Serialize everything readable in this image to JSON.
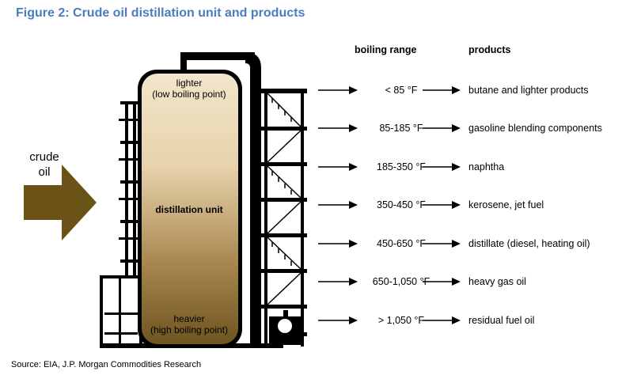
{
  "figure": {
    "title": "Figure 2: Crude oil distillation unit and products",
    "source": "Source: EIA, J.P. Morgan Commodities Research"
  },
  "headers": {
    "boiling_range": "boiling range",
    "products": "products"
  },
  "column": {
    "top_label": "lighter",
    "top_sub": "(low boiling point)",
    "middle_label": "distillation unit",
    "bottom_label": "heavier",
    "bottom_sub": "(high boiling point)"
  },
  "input": {
    "line1": "crude",
    "line2": "oil"
  },
  "fractions": [
    {
      "range": "< 85 °F",
      "product": "butane and lighter products"
    },
    {
      "range": "85-185 °F",
      "product": "gasoline blending components"
    },
    {
      "range": "185-350 °F",
      "product": "naphtha"
    },
    {
      "range": "350-450 °F",
      "product": "kerosene, jet fuel"
    },
    {
      "range": "450-650 °F",
      "product": "distillate (diesel, heating oil)"
    },
    {
      "range": "650-1,050 °F",
      "product": "heavy gas oil"
    },
    {
      "range": "> 1,050 °F",
      "product": "residual fuel oil"
    }
  ],
  "colors": {
    "title": "#4a7cc0",
    "arrow": "#6b5217",
    "column_top": "#f0e1c4",
    "column_bottom": "#6e5420",
    "structure": "#000000"
  }
}
